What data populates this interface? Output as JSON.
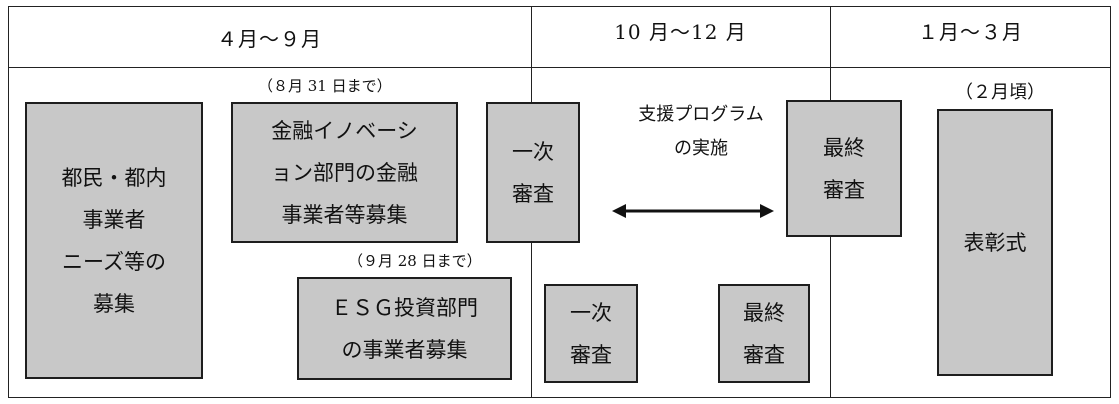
{
  "header": {
    "col1": "４月～９月",
    "col2": "10 月～12 月",
    "col3": "１月～３月"
  },
  "notes": {
    "deadline_finance": "（８月 31 日まで）",
    "deadline_esg": "（９月 28 日まで）",
    "award_timing": "（２月頃）"
  },
  "boxes": {
    "citizen_needs": "都民・都内\n事業者\nニーズ等の\n募集",
    "finance_innovation": "金融イノベーシ\nョン部門の金融\n事業者等募集",
    "esg_investment": "ＥＳＧ投資部門\nの事業者募集",
    "first_review_top": "一次\n審査",
    "first_review_bottom": "一次\n審査",
    "final_review_top": "最終\n審査",
    "final_review_bottom": "最終\n審査",
    "award_ceremony": "表彰式"
  },
  "support_program": "支援プログラム\nの実施",
  "colors": {
    "box_fill": "#c8c8c8",
    "border": "#1e1e1e",
    "background": "#ffffff"
  }
}
